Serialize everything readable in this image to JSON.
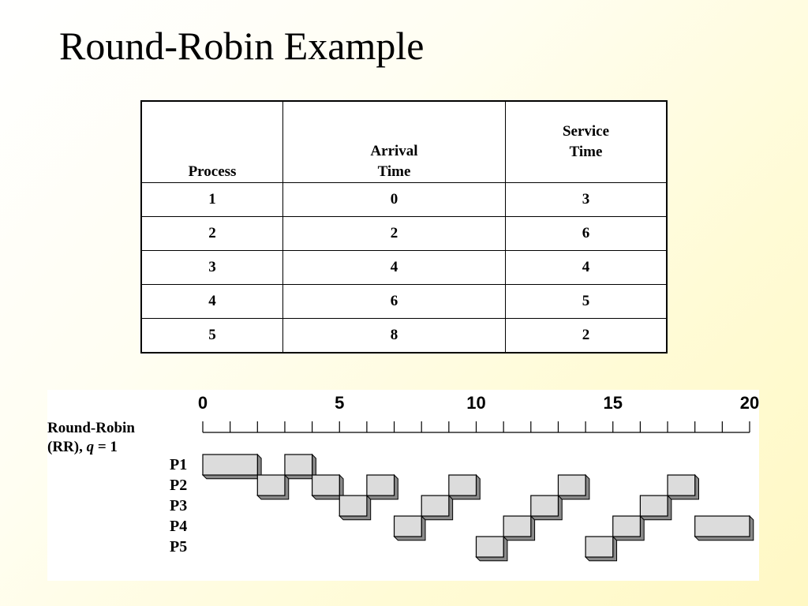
{
  "slide": {
    "title": "Round-Robin Example"
  },
  "table": {
    "headers": {
      "process": "Process",
      "arrival_line1": "Arrival",
      "arrival_line2": "Time",
      "service_line1": "Service",
      "service_line2": "Time"
    },
    "rows": [
      {
        "process": "1",
        "arrival": "0",
        "service": "3"
      },
      {
        "process": "2",
        "arrival": "2",
        "service": "6"
      },
      {
        "process": "3",
        "arrival": "4",
        "service": "4"
      },
      {
        "process": "4",
        "arrival": "6",
        "service": "5"
      },
      {
        "process": "5",
        "arrival": "8",
        "service": "2"
      }
    ]
  },
  "gantt": {
    "label_line1": "Round-Robin",
    "label_line2_prefix": "(RR), ",
    "label_q": "q",
    "label_line2_suffix": " = 1",
    "axis_min": 0,
    "axis_max": 20,
    "tick_step": 1,
    "tick_labels": [
      0,
      5,
      10,
      15,
      20
    ],
    "processes": [
      "P1",
      "P2",
      "P3",
      "P4",
      "P5"
    ],
    "bar_fill": "#dcdcdc",
    "bar_shadow": "#8a8a8a",
    "segments": [
      {
        "process": "P1",
        "start": 0,
        "end": 2
      },
      {
        "process": "P2",
        "start": 2,
        "end": 3
      },
      {
        "process": "P1",
        "start": 3,
        "end": 4
      },
      {
        "process": "P2",
        "start": 4,
        "end": 5
      },
      {
        "process": "P3",
        "start": 5,
        "end": 6
      },
      {
        "process": "P2",
        "start": 6,
        "end": 7
      },
      {
        "process": "P4",
        "start": 7,
        "end": 8
      },
      {
        "process": "P3",
        "start": 8,
        "end": 9
      },
      {
        "process": "P2",
        "start": 9,
        "end": 10
      },
      {
        "process": "P5",
        "start": 10,
        "end": 11
      },
      {
        "process": "P4",
        "start": 11,
        "end": 12
      },
      {
        "process": "P3",
        "start": 12,
        "end": 13
      },
      {
        "process": "P2",
        "start": 13,
        "end": 14
      },
      {
        "process": "P5",
        "start": 14,
        "end": 15
      },
      {
        "process": "P4",
        "start": 15,
        "end": 16
      },
      {
        "process": "P3",
        "start": 16,
        "end": 17
      },
      {
        "process": "P2",
        "start": 17,
        "end": 18
      },
      {
        "process": "P4",
        "start": 18,
        "end": 20
      }
    ]
  }
}
